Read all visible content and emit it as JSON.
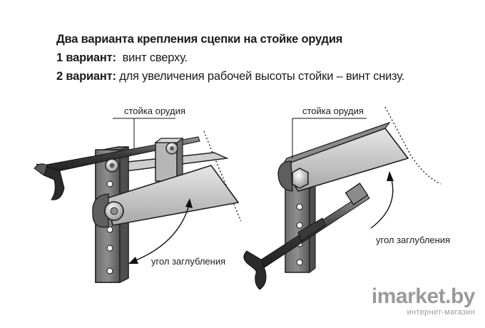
{
  "header": {
    "title": "Два варианта крепления сцепки на стойке орудия",
    "variant1_label": "1 вариант:",
    "variant1_text": "винт сверху.",
    "variant2_label": "2 вариант:",
    "variant2_text": "для увеличения рабочей высоты стойки – винт снизу."
  },
  "left_figure": {
    "post_label": "стойка орудия",
    "angle_label": "угол заглубления"
  },
  "right_figure": {
    "post_label": "стойка орудия",
    "angle_label": "угол заглубления"
  },
  "watermark": {
    "logo": "imarket.by",
    "tagline": "интернет-магазин"
  },
  "colors": {
    "text": "#1b1b1b",
    "metal_light": "#d4d4d4",
    "metal_mid": "#a9a9a9",
    "metal_dark": "#4a4a4a",
    "outline": "#1e1e1e",
    "watermark": "#9a9a9a"
  }
}
